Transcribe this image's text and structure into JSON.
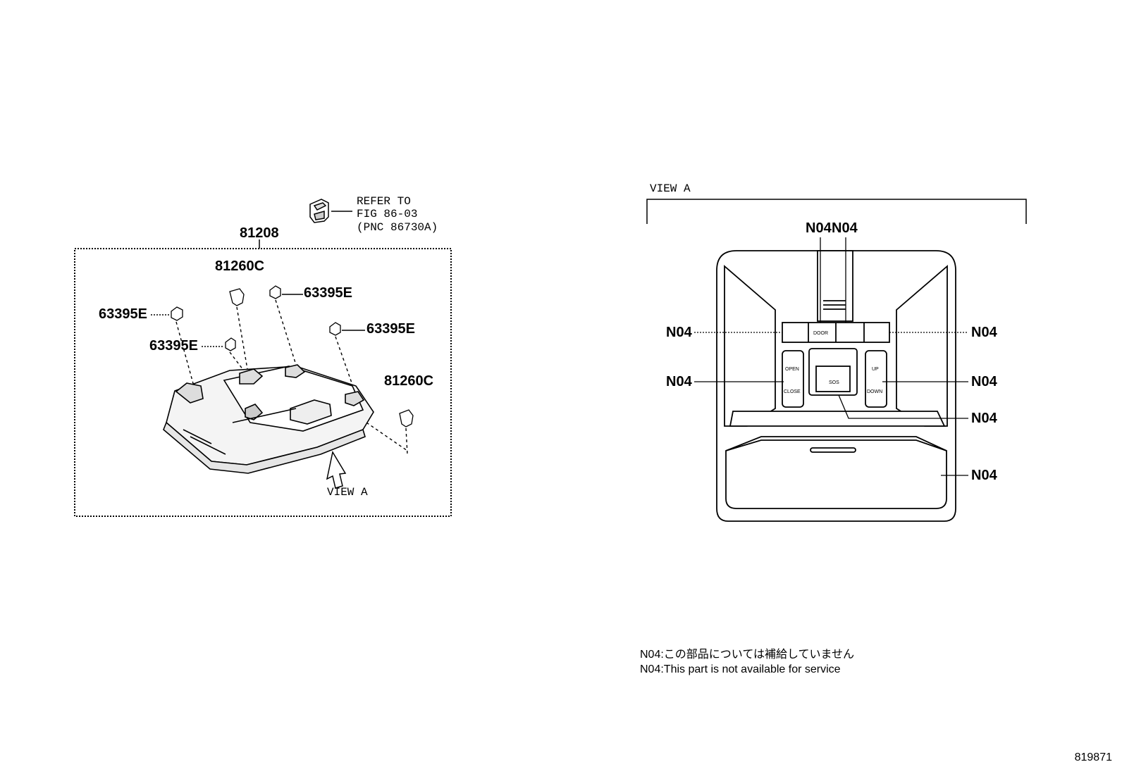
{
  "left_view": {
    "assembly_part": "81208",
    "refer": [
      "REFER TO",
      "FIG 86-03",
      "(PNC 86730A)"
    ],
    "parts": {
      "clip_top": "81260C",
      "clip_right": "81260C",
      "screw_left": "63395E",
      "screw_mid": "63395E",
      "screw_top_right": "63395E",
      "screw_right": "63395E"
    },
    "view_arrow_label": "VIEW A"
  },
  "right_view": {
    "title": "VIEW A",
    "callouts": {
      "top_1": "N04",
      "top_2": "N04",
      "left_1": "N04",
      "left_2": "N04",
      "right_1": "N04",
      "right_2": "N04",
      "right_3": "N04",
      "right_4": "N04"
    },
    "button_text": {
      "door": "DOOR",
      "open": "OPEN",
      "close": "CLOSE",
      "up": "UP",
      "down": "DOWN",
      "sos": "SOS"
    }
  },
  "notes": {
    "jp": "N04:この部品については補給していません",
    "en": "N04:This part is not available for service"
  },
  "diagram_id": "819871"
}
